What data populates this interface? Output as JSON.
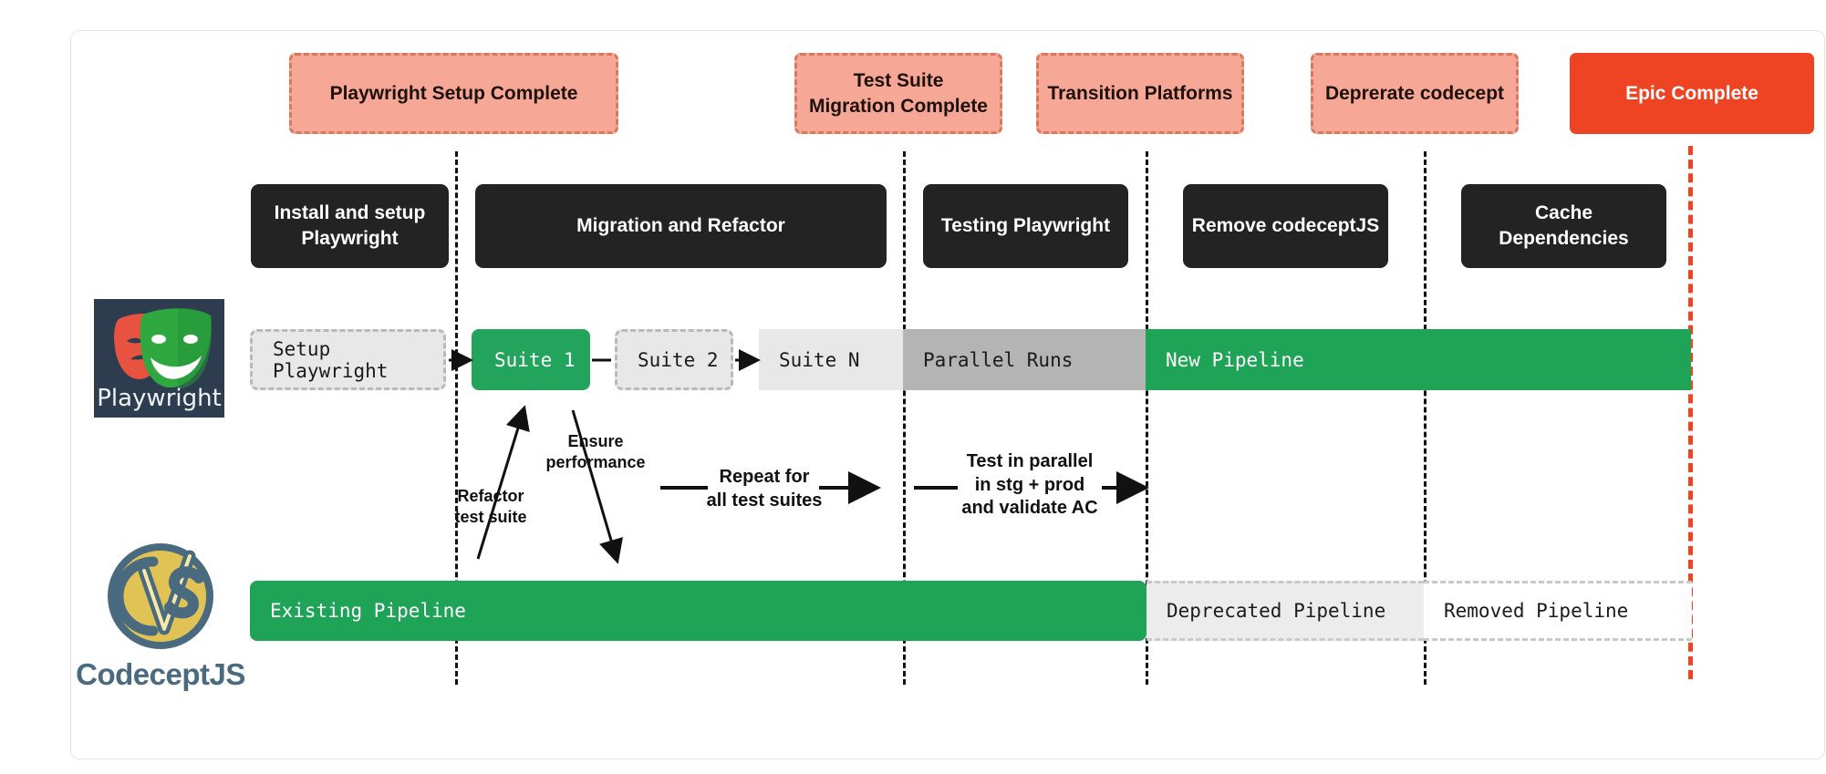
{
  "diagram": {
    "title": "Playwright migration roadmap",
    "colors": {
      "milestone_fill": "#f7a795",
      "milestone_border": "#d9775f",
      "milestone_done": "#ef4423",
      "epic_fill": "#232323",
      "pipeline_green": "#1fa356",
      "grey_chip": "#e8e8e8",
      "grey_mid": "#b4b4b4",
      "line_dark": "#111111",
      "line_red": "#ef4423"
    },
    "milestones": [
      {
        "label": "Playwright Setup Complete",
        "state": "pending"
      },
      {
        "label": "Test Suite\nMigration Complete",
        "state": "pending"
      },
      {
        "label": "Transition Platforms",
        "state": "pending"
      },
      {
        "label": "Deprerate codecept",
        "state": "pending"
      },
      {
        "label": "Epic Complete",
        "state": "done"
      }
    ],
    "epics": [
      {
        "label": "Install and setup\nPlaywright"
      },
      {
        "label": "Migration and Refactor"
      },
      {
        "label": "Testing Playwright"
      },
      {
        "label": "Remove codeceptJS"
      },
      {
        "label": "Cache\nDependencies"
      }
    ],
    "playwright_track": {
      "logo_label": "Playwright",
      "items": [
        {
          "label": "Setup Playwright",
          "style": "grey-dashed"
        },
        {
          "label": "Suite 1",
          "style": "green-dashed"
        },
        {
          "label": "Suite 2",
          "style": "grey-dashed"
        },
        {
          "label": "Suite N",
          "style": "grey-solid"
        },
        {
          "label": "Parallel Runs",
          "style": "grey-mid"
        },
        {
          "label": "New Pipeline",
          "style": "green"
        }
      ]
    },
    "codecept_track": {
      "logo_label": "CodeceptJS",
      "items": [
        {
          "label": "Existing Pipeline",
          "style": "green-round"
        },
        {
          "label": "Deprecated Pipeline",
          "style": "deprecated"
        },
        {
          "label": "Removed Pipeline",
          "style": "removed"
        }
      ]
    },
    "annotations": [
      {
        "label": "Refactor\ntest suite"
      },
      {
        "label": "Ensure\nperformance"
      },
      {
        "label": "Repeat for\nall test suites"
      },
      {
        "label": "Test in parallel\nin stg + prod\nand validate AC"
      }
    ]
  }
}
